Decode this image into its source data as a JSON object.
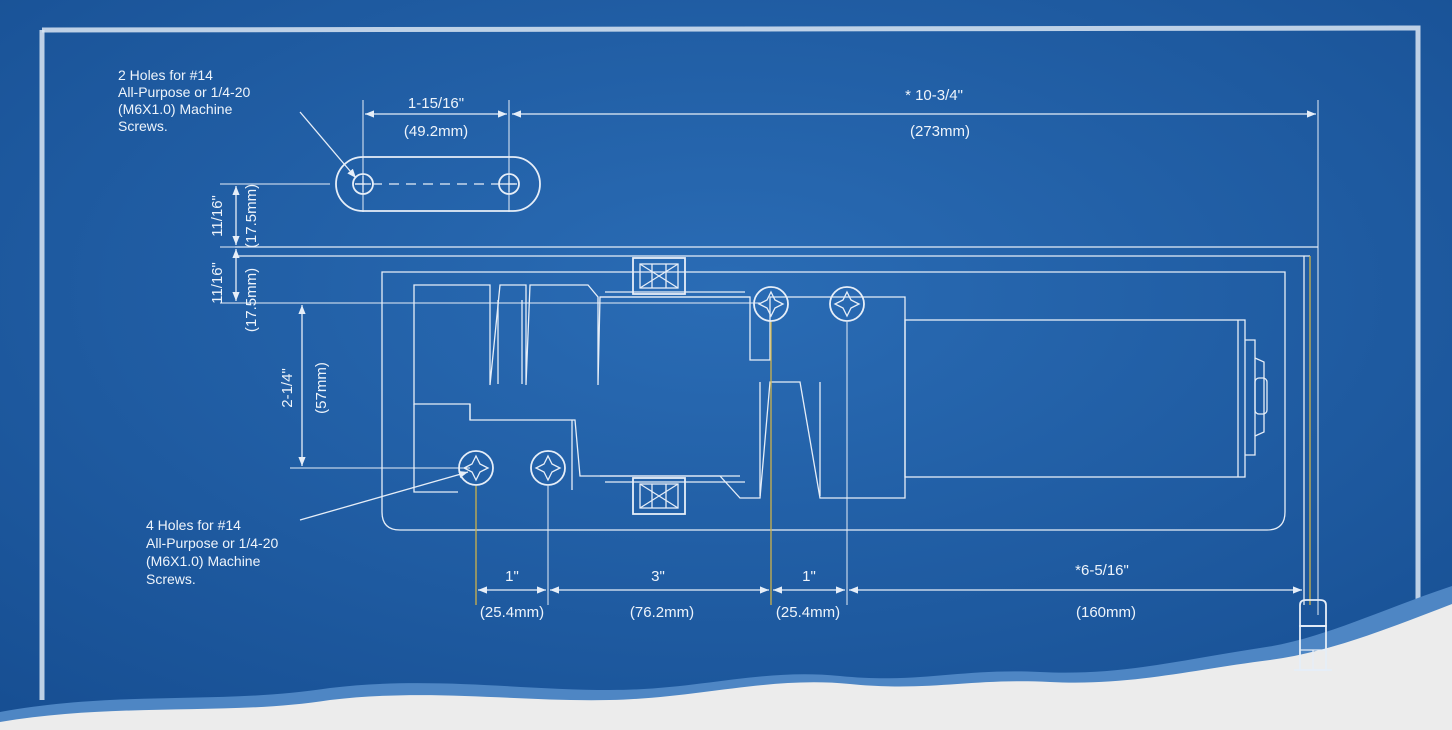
{
  "notes": {
    "top_holes": [
      "2 Holes for #14",
      "All-Purpose or 1/4-20",
      "(M6X1.0) Machine",
      "Screws."
    ],
    "bottom_holes": [
      "4 Holes for #14",
      "All-Purpose or 1/4-20",
      "(M6X1.0) Machine",
      "Screws."
    ]
  },
  "dimensions": {
    "slot_width": {
      "imperial": "1-15/16\"",
      "metric": "(49.2mm)"
    },
    "overall_length": {
      "imperial": "* 10-3/4\"",
      "metric": "(273mm)"
    },
    "slot_height": {
      "imperial": "11/16\"",
      "metric": "(17.5mm)"
    },
    "plate_offset": {
      "imperial": "11/16\"",
      "metric": "(17.5mm)"
    },
    "hole_spacing_vertical": {
      "imperial": "2-1/4\"",
      "metric": "(57mm)"
    },
    "hole_spacing_1": {
      "imperial": "1\"",
      "metric": "(25.4mm)"
    },
    "hole_spacing_2": {
      "imperial": "3\"",
      "metric": "(76.2mm)"
    },
    "hole_spacing_3": {
      "imperial": "1\"",
      "metric": "(25.4mm)"
    },
    "arm_offset": {
      "imperial": "*6-5/16\"",
      "metric": "(160mm)"
    }
  },
  "colors": {
    "blueprint": "#1d5fa8",
    "line": "#e6eef8",
    "accent": "#cdb24a",
    "paper": "#eeeeee"
  }
}
